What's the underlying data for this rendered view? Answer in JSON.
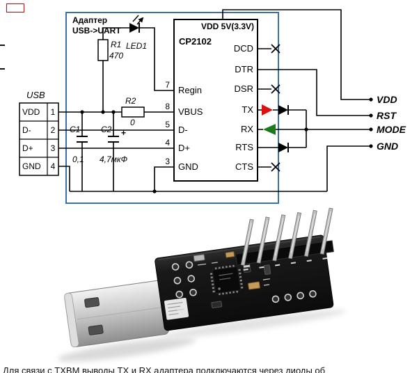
{
  "schematic": {
    "usb": {
      "title": "USB",
      "pins": [
        {
          "name": "VDD",
          "num": "1"
        },
        {
          "name": "D-",
          "num": "2"
        },
        {
          "name": "D+",
          "num": "3"
        },
        {
          "name": "GND",
          "num": "4"
        }
      ]
    },
    "adapter_box": {
      "title_line1": "Адаптер",
      "title_line2": "USB->UART",
      "border_color": "#3a6fad"
    },
    "components": {
      "r1": {
        "ref": "R1",
        "value": "470"
      },
      "led1": {
        "ref": "LED1"
      },
      "r2": {
        "ref": "R2",
        "value": "0"
      },
      "c1": {
        "ref": "C1",
        "value": "0,1"
      },
      "c2": {
        "ref": "C2",
        "value": "4,7мкФ",
        "polarity": "+"
      }
    },
    "ic": {
      "name": "CP2102",
      "power_label": "VDD 5V(3.3V)",
      "left_pins": [
        {
          "num": "7",
          "label": "Regin"
        },
        {
          "num": "8",
          "label": "VBUS"
        },
        {
          "num": "5",
          "label": "D-"
        },
        {
          "num": "4",
          "label": "D+"
        },
        {
          "num": "3",
          "label": "GND"
        }
      ],
      "right_pins": [
        "DCD",
        "DTR",
        "DSR",
        "TX",
        "RX",
        "RTS",
        "CTS"
      ]
    },
    "signal_markers": {
      "tx_color": "#dd1111",
      "rx_color": "#1c7a1c"
    },
    "outputs": [
      {
        "label": "VDD",
        "color": "#cc0000"
      },
      {
        "label": "RST",
        "color": "#2222cc"
      },
      {
        "label": "MODE",
        "color": "#9a8a00"
      },
      {
        "label": "GND",
        "color": "#0a8a0a"
      }
    ]
  },
  "caption": {
    "text": "Для связи с ТХВМ выводы TX и RX адаптера подключаются через диоды об"
  }
}
